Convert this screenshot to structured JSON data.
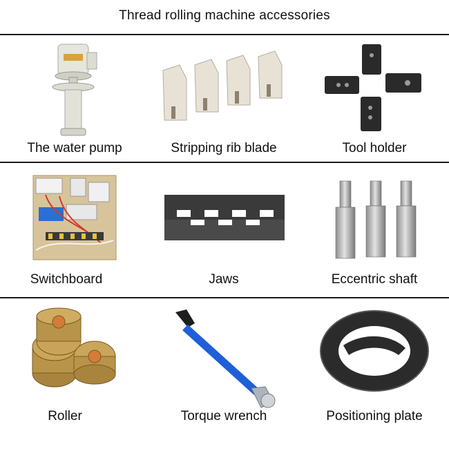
{
  "title": "Thread rolling machine accessories",
  "items": [
    {
      "label": "The water pump",
      "icon": "water-pump-image"
    },
    {
      "label": "Stripping rib blade",
      "icon": "stripping-rib-blade-image"
    },
    {
      "label": "Tool holder",
      "icon": "tool-holder-image"
    },
    {
      "label": "Switchboard",
      "icon": "switchboard-image"
    },
    {
      "label": "Jaws",
      "icon": "jaws-image"
    },
    {
      "label": "Eccentric shaft",
      "icon": "eccentric-shaft-image"
    },
    {
      "label": "Roller",
      "icon": "roller-image"
    },
    {
      "label": "Torque wrench",
      "icon": "torque-wrench-image"
    },
    {
      "label": "Positioning plate",
      "icon": "positioning-plate-image"
    }
  ],
  "colors": {
    "rule": "#1a1a1a",
    "pump_body": "#d8d8cc",
    "blade": "#e8e2d6",
    "holder": "#2a2a2a",
    "board": "#d8c49a",
    "jaws": "#3a3a3a",
    "shaft": "#b8b8b8",
    "roller": "#b8944a",
    "wrench_blue": "#1f5fd8",
    "plate": "#2b2b2b"
  }
}
